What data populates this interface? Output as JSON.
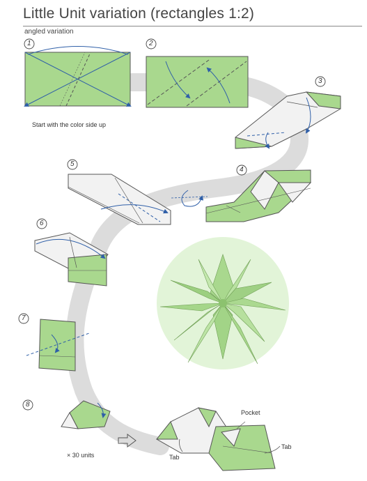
{
  "title": "Little Unit variation (rectangles 1:2)",
  "subtitle": "angled variation",
  "steps": [
    {
      "number": "1"
    },
    {
      "number": "2"
    },
    {
      "number": "3"
    },
    {
      "number": "4"
    },
    {
      "number": "5"
    },
    {
      "number": "6"
    },
    {
      "number": "7"
    },
    {
      "number": "8"
    }
  ],
  "instruction": "Start with the color side up",
  "units_note": "× 30 units",
  "labels": {
    "pocket": "Pocket",
    "tab_left": "Tab",
    "tab_right": "Tab"
  },
  "colors": {
    "paper_green": "#a9d88e",
    "paper_white": "#f2f2f2",
    "edge": "#555555",
    "arrow_blue": "#2f5fa8",
    "path_gray": "#d9d9d9",
    "title_rule": "#888888"
  }
}
